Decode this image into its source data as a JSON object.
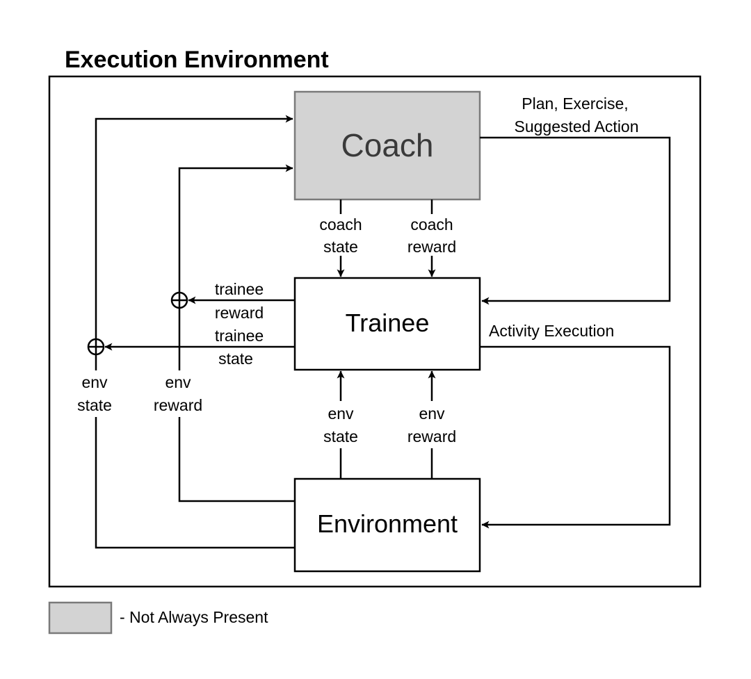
{
  "diagram": {
    "title": "Execution Environment",
    "nodes": {
      "coach": {
        "label": "Coach",
        "fill": "#d3d3d3",
        "stroke": "#7a7a7a"
      },
      "trainee": {
        "label": "Trainee",
        "fill": "#ffffff",
        "stroke": "#000000"
      },
      "environment": {
        "label": "Environment",
        "fill": "#ffffff",
        "stroke": "#000000"
      }
    },
    "edges": {
      "coach_to_trainee": {
        "line1": "Plan, Exercise,",
        "line2": "Suggested Action"
      },
      "trainee_to_env": {
        "label": "Activity Execution"
      },
      "coach_state": {
        "line1": "coach",
        "line2": "state"
      },
      "coach_reward": {
        "line1": "coach",
        "line2": "reward"
      },
      "trainee_reward": {
        "line1": "trainee",
        "line2": "reward"
      },
      "trainee_state": {
        "line1": "trainee",
        "line2": "state"
      },
      "env_state_left": {
        "line1": "env",
        "line2": "state"
      },
      "env_reward_left": {
        "line1": "env",
        "line2": "reward"
      },
      "env_state_up": {
        "line1": "env",
        "line2": "state"
      },
      "env_reward_up": {
        "line1": "env",
        "line2": "reward"
      }
    },
    "legend": {
      "label": "- Not Always Present",
      "swatch_fill": "#d3d3d3",
      "swatch_stroke": "#7a7a7a"
    }
  }
}
